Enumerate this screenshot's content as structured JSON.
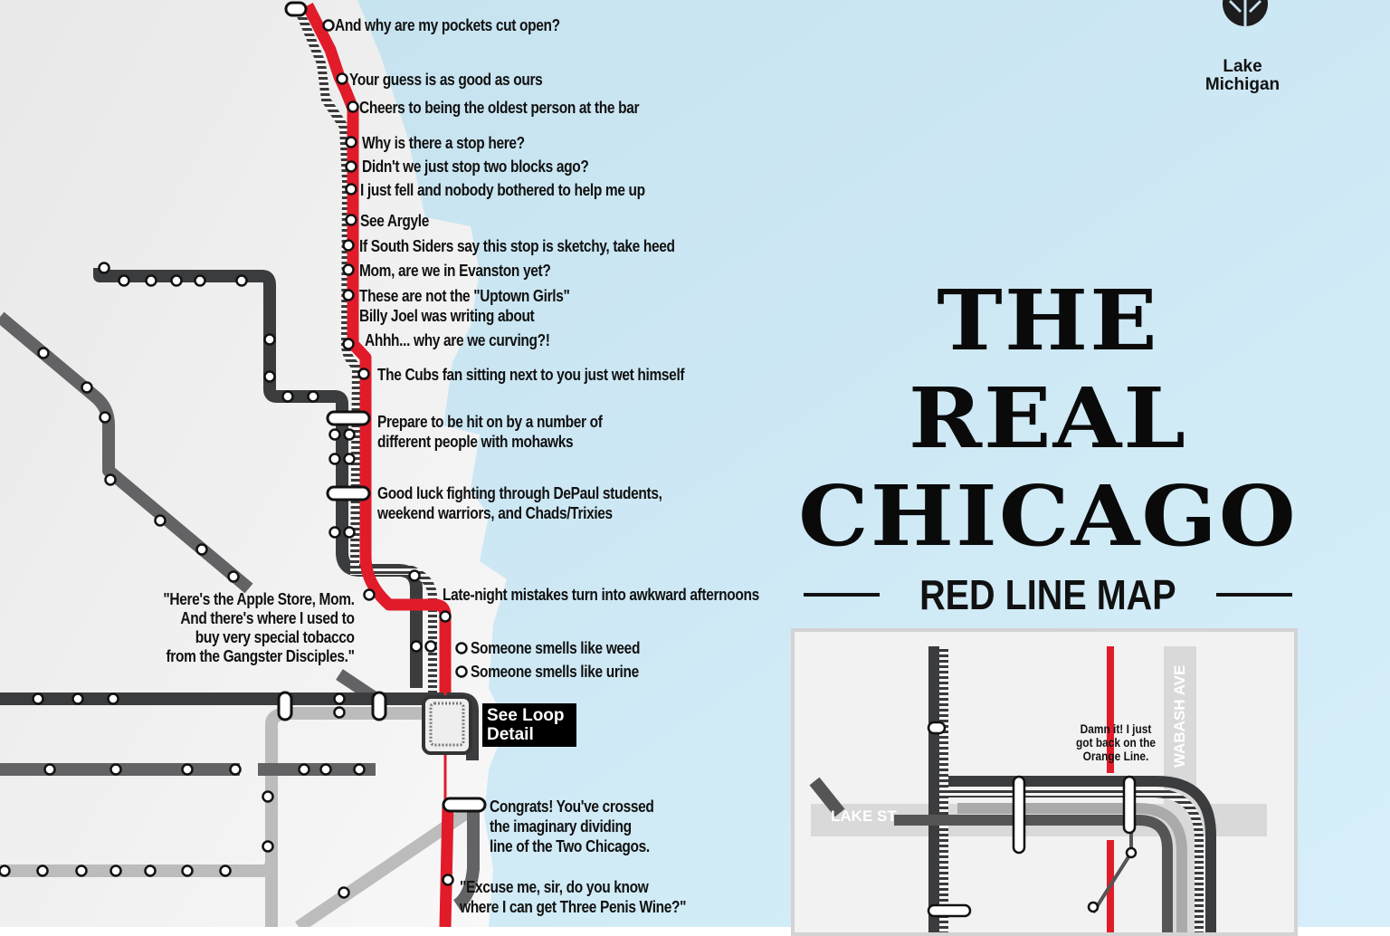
{
  "title": {
    "line1": "THE REAL",
    "line2": "CHICAGO",
    "subtitle": "RED LINE MAP"
  },
  "lake_label": "Lake Michigan",
  "compass_icon": "north-arrow-icon",
  "colors": {
    "red_line": "#e11b2a",
    "dark_line": "#3c3d3f",
    "mid_line": "#6b6b6d",
    "light_line": "#b9b9ba",
    "lake": "#cfeaf6",
    "land": "#f1f1f1",
    "text": "#111111"
  },
  "stops": [
    "And why are my pockets cut open?",
    "Your guess is as good as ours",
    "Cheers to being the oldest person at the bar",
    "Why is there a stop here?",
    "Didn't we just stop two blocks ago?",
    "I just fell and nobody bothered to help me up",
    "See Argyle",
    "If South Siders say this stop is sketchy, take heed",
    "Mom, are we in Evanston yet?",
    "These are not the \"Uptown Girls\"\nBilly Joel was writing about",
    "Ahhh... why are we curving?!",
    "The Cubs fan sitting next to you just wet himself",
    "Prepare to be hit on by a number of\ndifferent people with mohawks",
    "Good luck fighting through DePaul students,\nweekend warriors, and Chads/Trixies",
    "Late-night mistakes turn into awkward afternoons",
    "Someone smells like weed",
    "Someone smells like urine",
    "Congrats! You've crossed\nthe imaginary dividing\nline of the Two Chicagos.",
    "\"Excuse me, sir, do you know\nwhere I can get Three Penis Wine?\""
  ],
  "apple_store_note": "\"Here's the Apple Store, Mom.\nAnd there's where I used to\nbuy very special tobacco\nfrom the Gangster Disciples.\"",
  "loop_button": "See Loop\nDetail",
  "inset": {
    "note": "Damn it! I just\ngot back on the\nOrange Line.",
    "street_lake": "LAKE ST",
    "street_wabash": "WABASH AVE"
  }
}
